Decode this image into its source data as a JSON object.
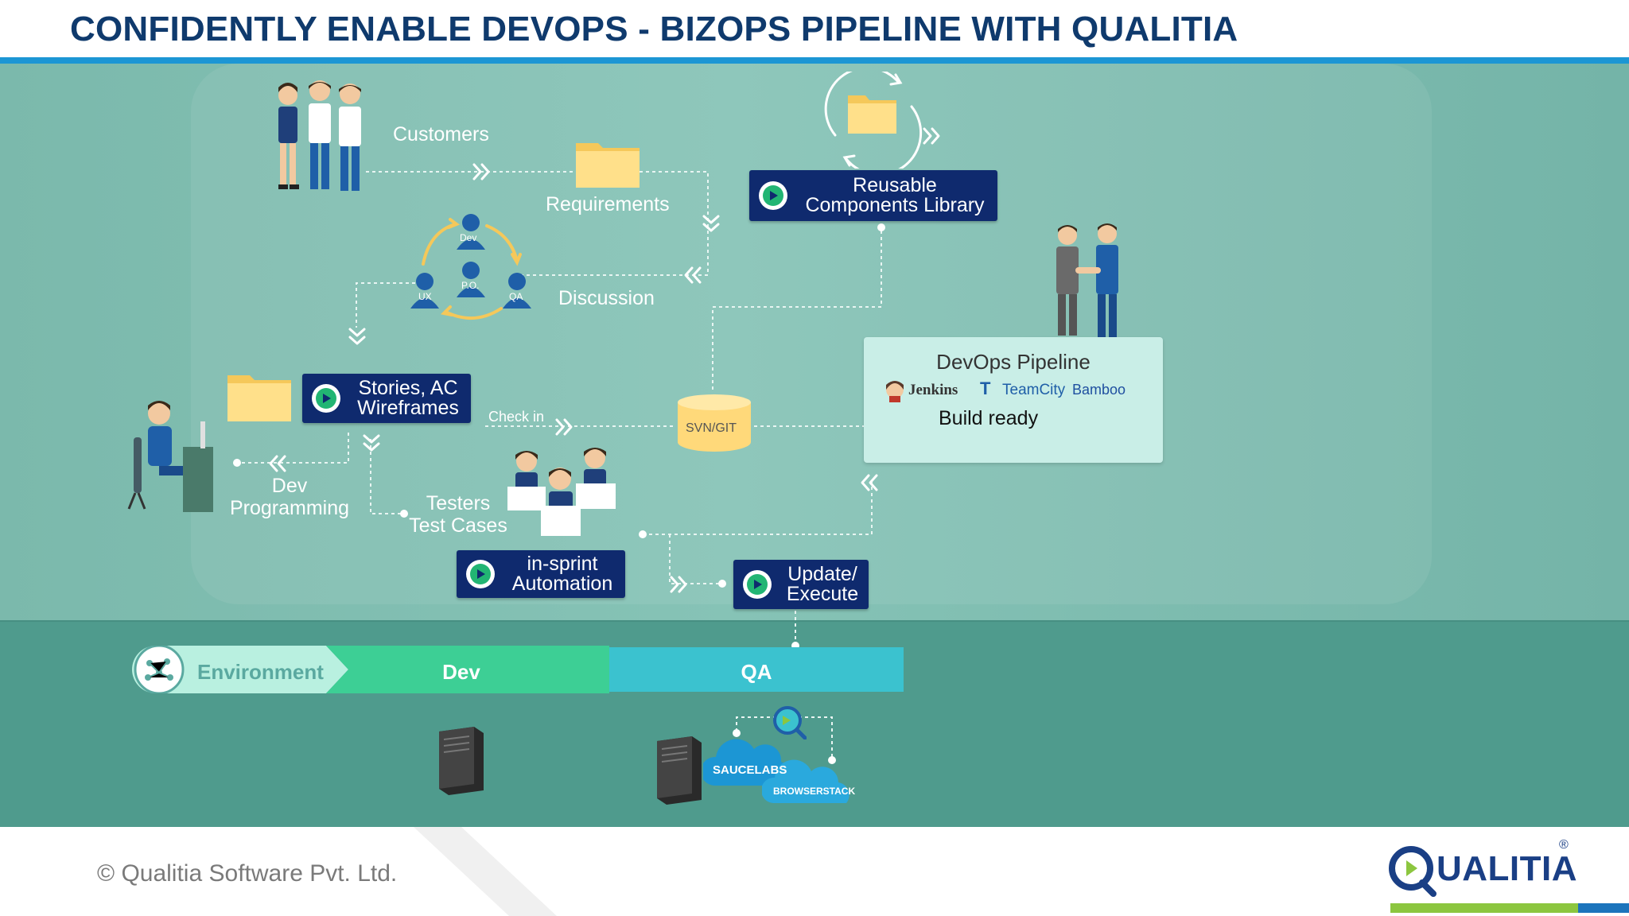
{
  "header": {
    "title": "CONFIDENTLY ENABLE DEVOPS - BIZOPS PIPELINE WITH QUALITIA"
  },
  "flow": {
    "customers": "Customers",
    "requirements": "Requirements",
    "discussion": "Discussion",
    "roles": {
      "dev": "Dev",
      "po": "P.O.",
      "ux": "UX",
      "qa": "QA"
    },
    "stories_line1": "Stories, AC",
    "stories_line2": "Wireframes",
    "check_in": "Check in",
    "svn": "SVN/GIT",
    "dev_line1": "Dev",
    "dev_line2": "Programming",
    "testers_line1": "Testers",
    "testers_line2": "Test Cases",
    "reusable_line1": "Reusable",
    "reusable_line2": "Components Library",
    "insprint_line1": "in-sprint",
    "insprint_line2": "Automation",
    "update_line1": "Update/",
    "update_line2": "Execute"
  },
  "devops": {
    "title": "DevOps Pipeline",
    "tools": [
      "Jenkins",
      "TeamCity",
      "Bamboo"
    ],
    "status": "Build ready"
  },
  "environment": {
    "label": "Environment",
    "stages": [
      "Dev",
      "QA"
    ],
    "clouds": [
      "SAUCELABS",
      "BROWSERSTACK"
    ]
  },
  "footer": {
    "copyright": "© Qualitia Software Pvt. Ltd.",
    "logo": "UALITIA",
    "registered": "®"
  },
  "colors": {
    "title": "#0f3a6d",
    "rule": "#1c96d4",
    "badge": "#0f2a6e",
    "folder": "#ffe08a",
    "env_dev": "#3dcf95",
    "env_qa": "#3bc2cf"
  },
  "icons": [
    "folder-icon",
    "sync-arrows-icon",
    "chevron-double-icon",
    "people-group-icon",
    "handshake-icon",
    "desk-worker-icon",
    "testers-icon",
    "database-icon",
    "server-icon",
    "cloud-icon",
    "magnifier-icon",
    "network-icon"
  ]
}
